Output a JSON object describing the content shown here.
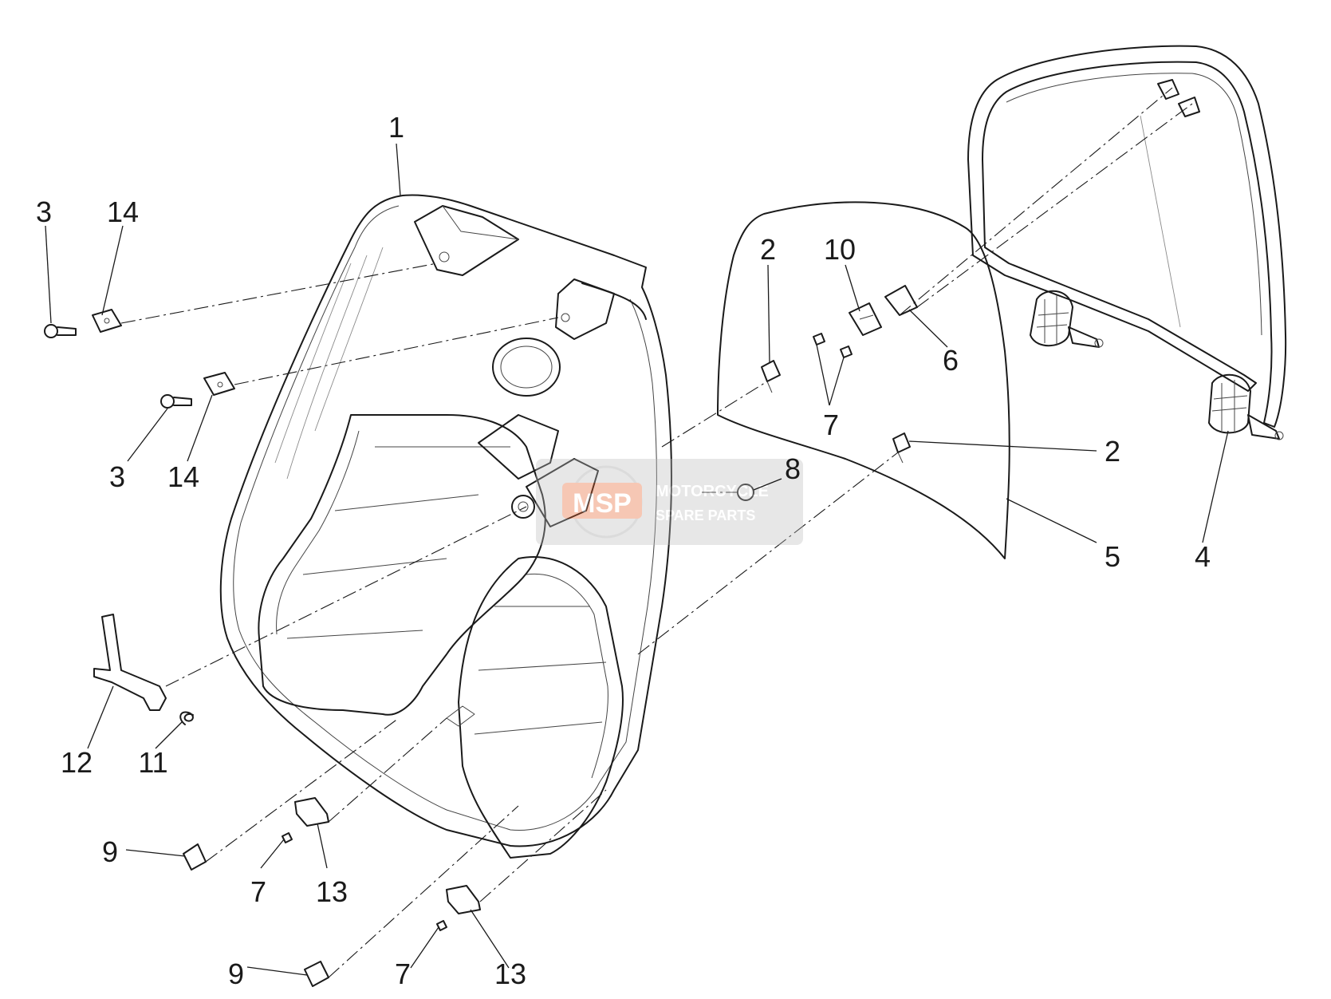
{
  "callouts": {
    "c1": "1",
    "c2a": "2",
    "c2b": "2",
    "c3a": "3",
    "c3b": "3",
    "c4": "4",
    "c5": "5",
    "c6": "6",
    "c7a": "7",
    "c7b": "7",
    "c7c": "7",
    "c8": "8",
    "c9a": "9",
    "c9b": "9",
    "c10": "10",
    "c11": "11",
    "c12": "12",
    "c13a": "13",
    "c13b": "13",
    "c14a": "14",
    "c14b": "14"
  },
  "watermark": {
    "logo": "MSP",
    "line1": "MOTORCYCLE",
    "line2": "SPARE PARTS",
    "color": "#e8622c"
  }
}
